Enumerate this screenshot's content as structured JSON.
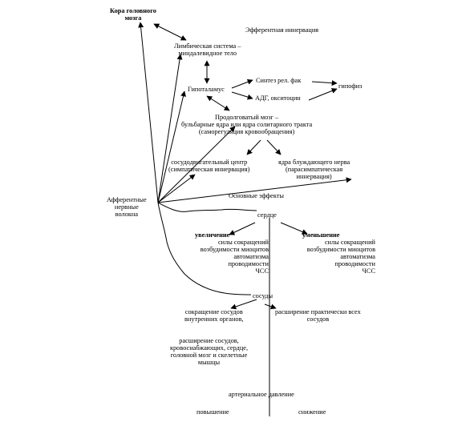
{
  "nodes": {
    "cortex": [
      "Кора головного",
      "мозга"
    ],
    "efferent": [
      "Эфферентная иннервация"
    ],
    "limbic": [
      "Лимбическая система –",
      "миндалевидное тело"
    ],
    "hypothalamus": [
      "Гипоталамус"
    ],
    "synth": [
      "Синтез рел. фак"
    ],
    "adh": [
      "АДГ, окситоцин"
    ],
    "pituitary": [
      "гипофиз"
    ],
    "medulla": [
      "Продолговатый мозг –",
      "бульбарные ядра или ядра солитарного тракта",
      "(саморегуляция кровообращения)"
    ],
    "vasomotor": [
      "сосудодвигательный центр",
      "(симпатическая иннервация)"
    ],
    "vagus": [
      "ядра блуждающего нерва",
      "(парасимпатическая",
      "иннервация)"
    ],
    "afferent": [
      "Афферентные",
      "нервные",
      "волокна"
    ],
    "effects": [
      "Основные эффекты"
    ],
    "heart": [
      "сердце"
    ],
    "increase_title": [
      "увеличение"
    ],
    "increase_items": [
      "силы сокращений",
      "возбудимости миоцитов",
      "автоматизма",
      "проводимости",
      "ЧСС"
    ],
    "decrease_title": [
      "уменьшение"
    ],
    "decrease_items": [
      "силы сокращений",
      "возбудимости миоцитов",
      "автоматизма",
      "проводимости",
      "ЧСС"
    ],
    "vessels": [
      "сосуды"
    ],
    "constriction": [
      "сокращение сосудов",
      "внутренних органов,"
    ],
    "dilation_all": [
      "расширение практически всех",
      "сосудов"
    ],
    "dilation_specific": [
      "расширение сосудов,",
      "кровоснабжающих, сердце,",
      "головной мозг и скелетные",
      "мышцы"
    ],
    "pressure": [
      "артериальное давление"
    ],
    "pressure_up": [
      "повышение"
    ],
    "pressure_down": [
      "снижение"
    ]
  }
}
